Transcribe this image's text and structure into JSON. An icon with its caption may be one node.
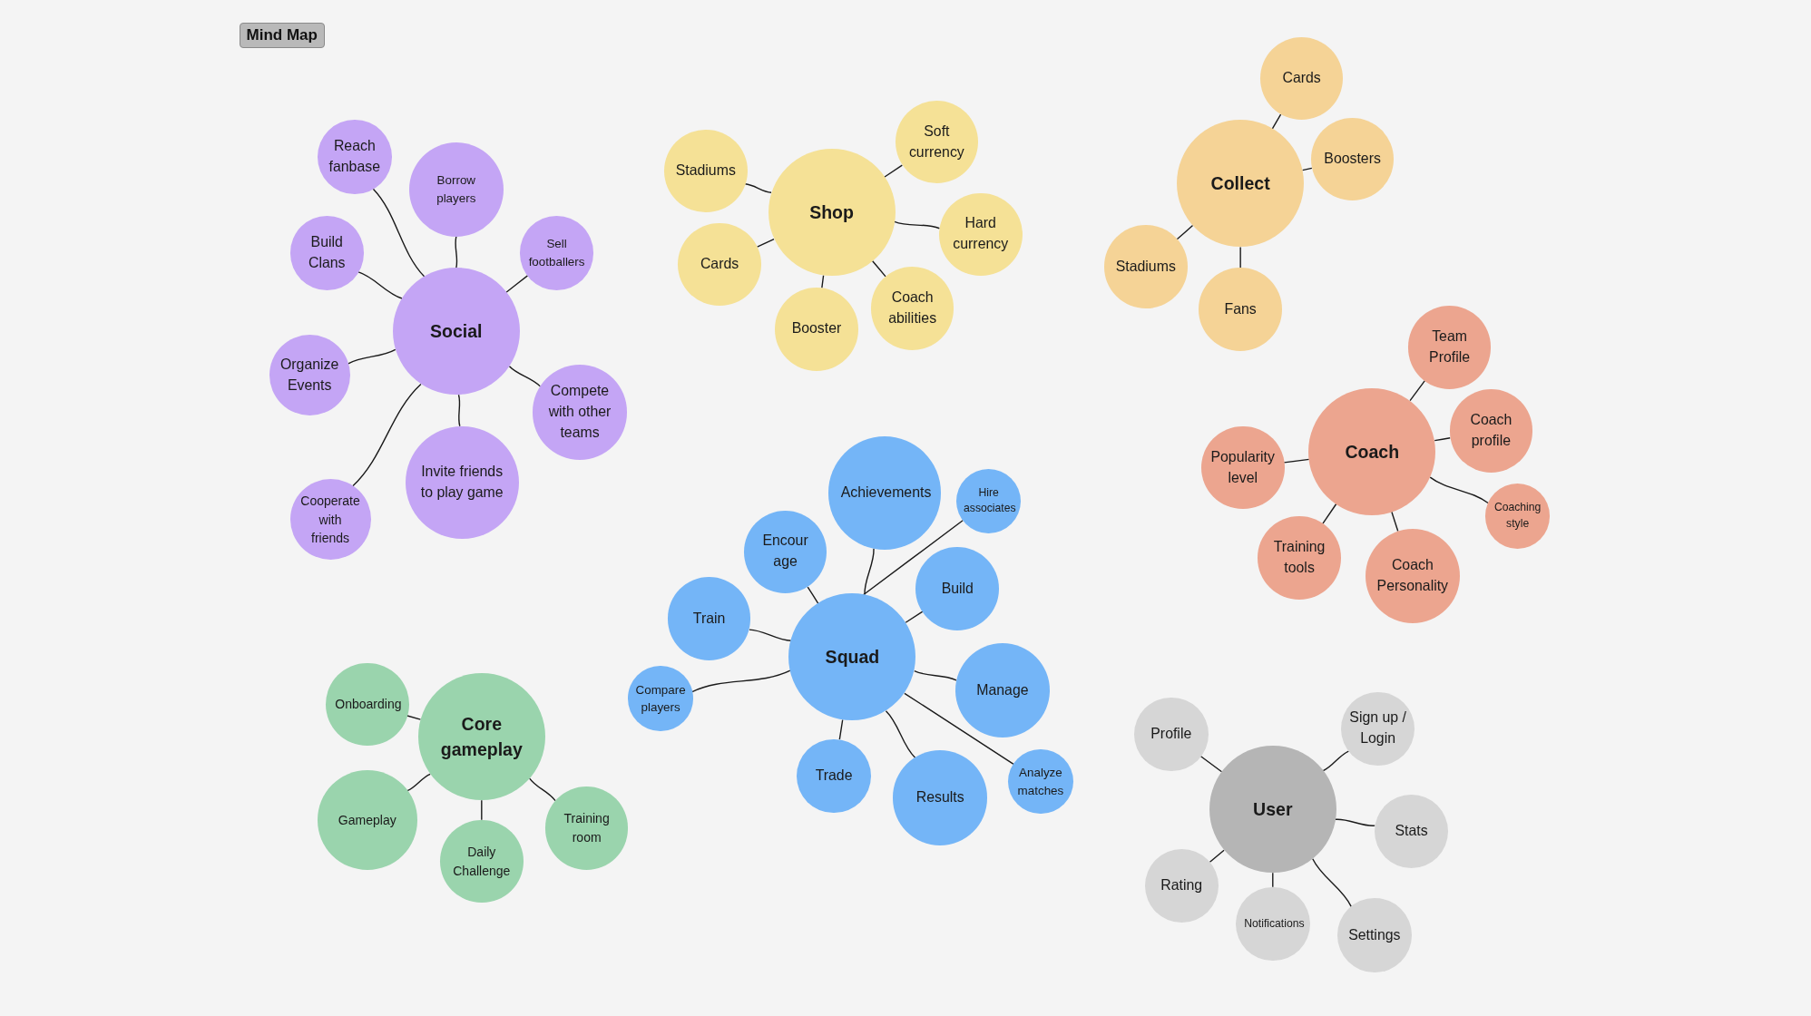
{
  "diagram": {
    "title": "Mind Map",
    "nodes": [
      {
        "text": [
          "Social"
        ]
      },
      {
        "text": [
          "Reach fanbase"
        ]
      },
      {
        "text": [
          "Borrow players"
        ]
      },
      {
        "text": [
          "Build Clans"
        ]
      },
      {
        "text": [
          "Sell footballers"
        ]
      },
      {
        "text": [
          "Organize Events"
        ]
      },
      {
        "text": [
          "Compete with other teams"
        ]
      },
      {
        "text": [
          "Invite friends to play game"
        ]
      },
      {
        "text": [
          "Cooperate with friends"
        ]
      },
      {
        "text": [
          "Shop"
        ]
      },
      {
        "text": [
          "Stadiums"
        ]
      },
      {
        "text": [
          "Soft currency"
        ]
      },
      {
        "text": [
          "Cards"
        ]
      },
      {
        "text": [
          "Hard currency"
        ]
      },
      {
        "text": [
          "Booster"
        ]
      },
      {
        "text": [
          "Coach abilities"
        ]
      },
      {
        "text": [
          "Collect"
        ]
      },
      {
        "text": [
          "Cards"
        ]
      },
      {
        "text": [
          "Boosters"
        ]
      },
      {
        "text": [
          "Stadiums"
        ]
      },
      {
        "text": [
          "Fans"
        ]
      },
      {
        "text": [
          "Coach"
        ]
      },
      {
        "text": [
          "Team Profile"
        ]
      },
      {
        "text": [
          "Coach profile"
        ]
      },
      {
        "text": [
          "Popularity level"
        ]
      },
      {
        "text": [
          "Coaching style"
        ]
      },
      {
        "text": [
          "Training tools"
        ]
      },
      {
        "text": [
          "Coach Personality"
        ]
      },
      {
        "text": [
          "Squad"
        ]
      },
      {
        "text": [
          "Achievements"
        ]
      },
      {
        "text": [
          "Hire associates"
        ]
      },
      {
        "text": [
          "Encour age"
        ]
      },
      {
        "text": [
          "Build"
        ]
      },
      {
        "text": [
          "Train"
        ]
      },
      {
        "text": [
          "Manage"
        ]
      },
      {
        "text": [
          "Compare players"
        ]
      },
      {
        "text": [
          "Trade"
        ]
      },
      {
        "text": [
          "Results"
        ]
      },
      {
        "text": [
          "Analyze matches"
        ]
      },
      {
        "text": [
          "Core gameplay"
        ]
      },
      {
        "text": [
          "Onboarding"
        ]
      },
      {
        "text": [
          "Gameplay"
        ]
      },
      {
        "text": [
          "Daily Challenge"
        ]
      },
      {
        "text": [
          "Training room"
        ]
      },
      {
        "text": [
          "User"
        ]
      },
      {
        "text": [
          "Profile"
        ]
      },
      {
        "text": [
          "Sign up / Login"
        ]
      },
      {
        "text": [
          "Stats"
        ]
      },
      {
        "text": [
          "Rating"
        ]
      },
      {
        "text": [
          "Notifications"
        ]
      },
      {
        "text": [
          "Settings"
        ]
      }
    ],
    "edges": [
      {
        "from": 0,
        "to": 1,
        "arrow": "none"
      },
      {
        "from": 0,
        "to": 2,
        "arrow": "none"
      },
      {
        "from": 0,
        "to": 3,
        "arrow": "none"
      },
      {
        "from": 0,
        "to": 4,
        "arrow": "none"
      },
      {
        "from": 0,
        "to": 5,
        "arrow": "none"
      },
      {
        "from": 0,
        "to": 6,
        "arrow": "none"
      },
      {
        "from": 0,
        "to": 7,
        "arrow": "none"
      },
      {
        "from": 0,
        "to": 8,
        "arrow": "none"
      },
      {
        "from": 9,
        "to": 10,
        "arrow": "none"
      },
      {
        "from": 9,
        "to": 11,
        "arrow": "none"
      },
      {
        "from": 9,
        "to": 12,
        "arrow": "none"
      },
      {
        "from": 9,
        "to": 13,
        "arrow": "none"
      },
      {
        "from": 9,
        "to": 14,
        "arrow": "none"
      },
      {
        "from": 9,
        "to": 15,
        "arrow": "none"
      },
      {
        "from": 16,
        "to": 17,
        "arrow": "none"
      },
      {
        "from": 16,
        "to": 18,
        "arrow": "none"
      },
      {
        "from": 16,
        "to": 19,
        "arrow": "none"
      },
      {
        "from": 16,
        "to": 20,
        "arrow": "none"
      },
      {
        "from": 21,
        "to": 22,
        "arrow": "none"
      },
      {
        "from": 21,
        "to": 23,
        "arrow": "none"
      },
      {
        "from": 21,
        "to": 24,
        "arrow": "none"
      },
      {
        "from": 21,
        "to": 25,
        "arrow": "none"
      },
      {
        "from": 21,
        "to": 26,
        "arrow": "none"
      },
      {
        "from": 21,
        "to": 27,
        "arrow": "none"
      },
      {
        "from": 28,
        "to": 29,
        "arrow": "none"
      },
      {
        "from": 28,
        "to": 30,
        "arrow": "none"
      },
      {
        "from": 28,
        "to": 31,
        "arrow": "none"
      },
      {
        "from": 28,
        "to": 32,
        "arrow": "none"
      },
      {
        "from": 28,
        "to": 33,
        "arrow": "none"
      },
      {
        "from": 28,
        "to": 34,
        "arrow": "none"
      },
      {
        "from": 28,
        "to": 35,
        "arrow": "none"
      },
      {
        "from": 28,
        "to": 36,
        "arrow": "none"
      },
      {
        "from": 28,
        "to": 37,
        "arrow": "none"
      },
      {
        "from": 28,
        "to": 38,
        "arrow": "none"
      },
      {
        "from": 39,
        "to": 40,
        "arrow": "none"
      },
      {
        "from": 39,
        "to": 41,
        "arrow": "none"
      },
      {
        "from": 39,
        "to": 42,
        "arrow": "none"
      },
      {
        "from": 39,
        "to": 43,
        "arrow": "none"
      },
      {
        "from": 44,
        "to": 45,
        "arrow": "none"
      },
      {
        "from": 44,
        "to": 46,
        "arrow": "none"
      },
      {
        "from": 44,
        "to": 47,
        "arrow": "none"
      },
      {
        "from": 44,
        "to": 48,
        "arrow": "none"
      },
      {
        "from": 44,
        "to": 49,
        "arrow": "none"
      },
      {
        "from": 44,
        "to": 50,
        "arrow": "none"
      }
    ]
  }
}
